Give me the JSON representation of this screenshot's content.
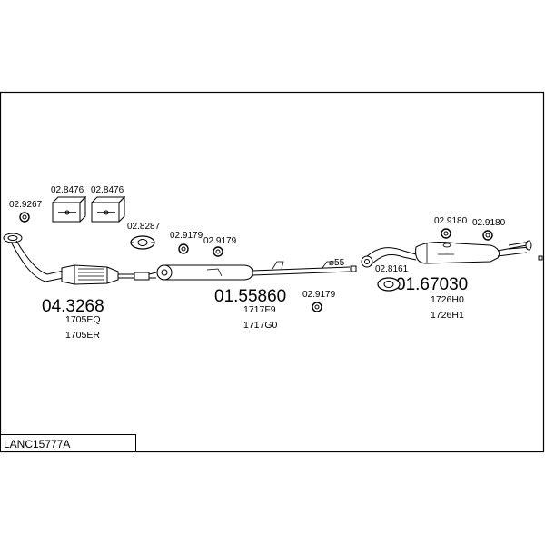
{
  "diagram_code": "LANC15777A",
  "parts": {
    "clamp_front": "02.9267",
    "bracket_box_1": "02.8476",
    "bracket_box_2": "02.8476",
    "gasket_front": "02.8287",
    "rubber_mount_1": "02.9179",
    "rubber_mount_2": "02.9179",
    "rubber_mount_3": "02.9179",
    "rubber_mount_rear_1": "02.9180",
    "rubber_mount_rear_2": "02.9180",
    "gasket_rear": "02.8161",
    "pipe_diameter": "⌀55"
  },
  "assemblies": {
    "front_pipe": {
      "ref": "04.3268",
      "codes": [
        "1705EQ",
        "1705ER"
      ]
    },
    "center_silencer": {
      "ref": "01.55860",
      "codes": [
        "1717F9",
        "1717G0"
      ]
    },
    "rear_silencer": {
      "ref": "01.67030",
      "codes": [
        "1726H0",
        "1726H1"
      ]
    }
  }
}
